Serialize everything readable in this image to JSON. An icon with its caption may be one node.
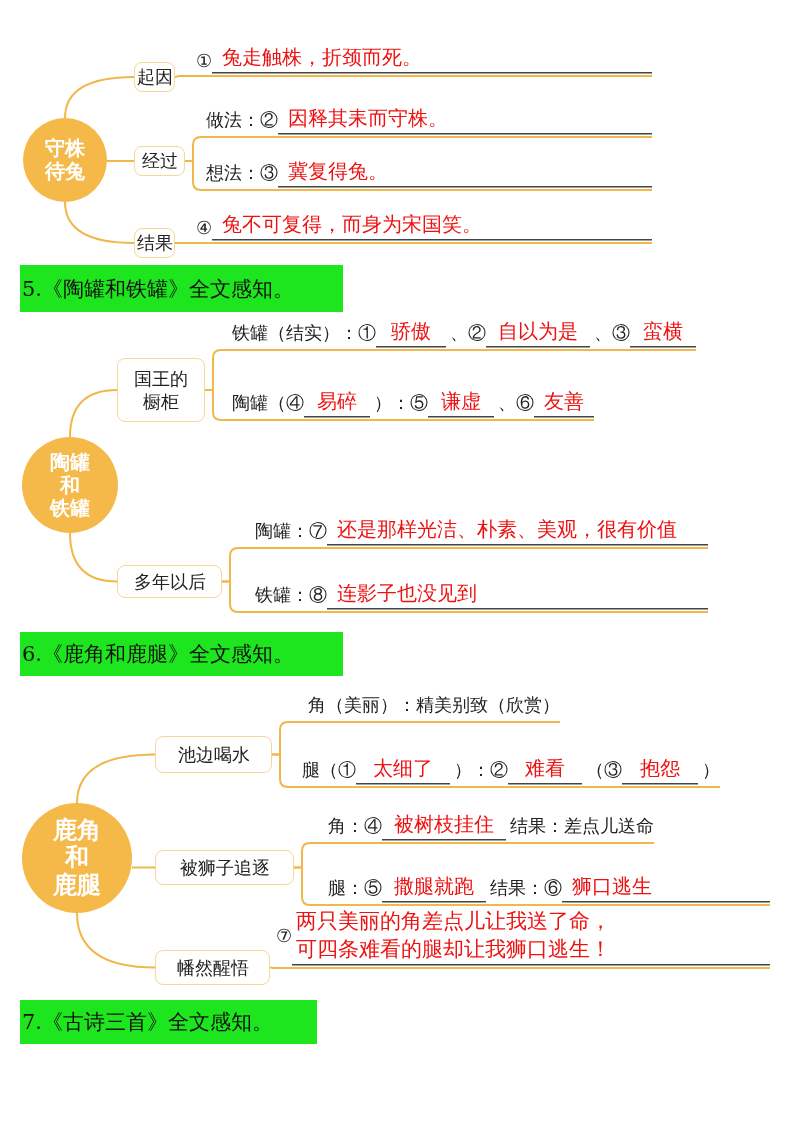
{
  "diagram": {
    "nodes": [
      {
        "text": [
          "守株待兔"
        ]
      },
      {
        "text": [
          "起因"
        ]
      },
      {
        "text": [
          "①",
          "兔走触株，折颈而死。"
        ]
      },
      {
        "text": [
          "经过"
        ]
      },
      {
        "text": [
          "做法：②",
          "因释其耒而守株。"
        ]
      },
      {
        "text": [
          "想法：③",
          "冀复得兔。"
        ]
      },
      {
        "text": [
          "结果"
        ]
      },
      {
        "text": [
          "④",
          "兔不可复得，而身为宋国笑。"
        ]
      },
      {
        "text": [
          "5.《陶罐和铁罐》全文感知。"
        ]
      },
      {
        "text": [
          "陶罐和铁罐"
        ]
      },
      {
        "text": [
          "国王的橱柜"
        ]
      },
      {
        "text": [
          "铁罐（结实）：①",
          "骄傲",
          "、②",
          "自以为是",
          "、③",
          "蛮横"
        ]
      },
      {
        "text": [
          "陶罐（④",
          "易碎",
          "）：⑤",
          "谦虚",
          "、⑥",
          "友善"
        ]
      },
      {
        "text": [
          "多年以后"
        ]
      },
      {
        "text": [
          "陶罐：⑦",
          "还是那样光洁、朴素、美观，很有价值"
        ]
      },
      {
        "text": [
          "铁罐：⑧",
          "连影子也没见到"
        ]
      },
      {
        "text": [
          "6.《鹿角和鹿腿》全文感知。"
        ]
      },
      {
        "text": [
          "鹿角和鹿腿"
        ]
      },
      {
        "text": [
          "池边喝水"
        ]
      },
      {
        "text": [
          "角（美丽）：精美别致（欣赏）"
        ]
      },
      {
        "text": [
          "腿（①",
          "太细了",
          "）：②",
          "难看",
          "（③",
          "抱怨",
          "）"
        ]
      },
      {
        "text": [
          "被狮子追逐"
        ]
      },
      {
        "text": [
          "角：④",
          "被树枝挂住",
          "结果：差点儿送命"
        ]
      },
      {
        "text": [
          "腿：⑤",
          "撒腿就跑",
          "结果：⑥",
          "狮口逃生"
        ]
      },
      {
        "text": [
          "幡然醒悟"
        ]
      },
      {
        "text": [
          "⑦",
          "两只美丽的角差点儿让我送了命，可四条难看的腿却让我狮口逃生！"
        ]
      },
      {
        "text": [
          "7.《古诗三首》全文感知。"
        ]
      }
    ],
    "edges": [
      {
        "from": 0,
        "to": 1,
        "arrow": "none"
      },
      {
        "from": 0,
        "to": 3,
        "arrow": "none"
      },
      {
        "from": 0,
        "to": 6,
        "arrow": "none"
      },
      {
        "from": 1,
        "to": 2,
        "arrow": "none"
      },
      {
        "from": 3,
        "to": 4,
        "arrow": "none"
      },
      {
        "from": 3,
        "to": 5,
        "arrow": "none"
      },
      {
        "from": 6,
        "to": 7,
        "arrow": "none"
      },
      {
        "from": 9,
        "to": 10,
        "arrow": "none"
      },
      {
        "from": 9,
        "to": 13,
        "arrow": "none"
      },
      {
        "from": 10,
        "to": 11,
        "arrow": "none"
      },
      {
        "from": 10,
        "to": 12,
        "arrow": "none"
      },
      {
        "from": 13,
        "to": 14,
        "arrow": "none"
      },
      {
        "from": 13,
        "to": 15,
        "arrow": "none"
      },
      {
        "from": 17,
        "to": 18,
        "arrow": "none"
      },
      {
        "from": 17,
        "to": 21,
        "arrow": "none"
      },
      {
        "from": 17,
        "to": 24,
        "arrow": "none"
      },
      {
        "from": 18,
        "to": 19,
        "arrow": "none"
      },
      {
        "from": 18,
        "to": 20,
        "arrow": "none"
      },
      {
        "from": 21,
        "to": 22,
        "arrow": "none"
      },
      {
        "from": 21,
        "to": 23,
        "arrow": "none"
      },
      {
        "from": 24,
        "to": 25,
        "arrow": "none"
      }
    ]
  }
}
